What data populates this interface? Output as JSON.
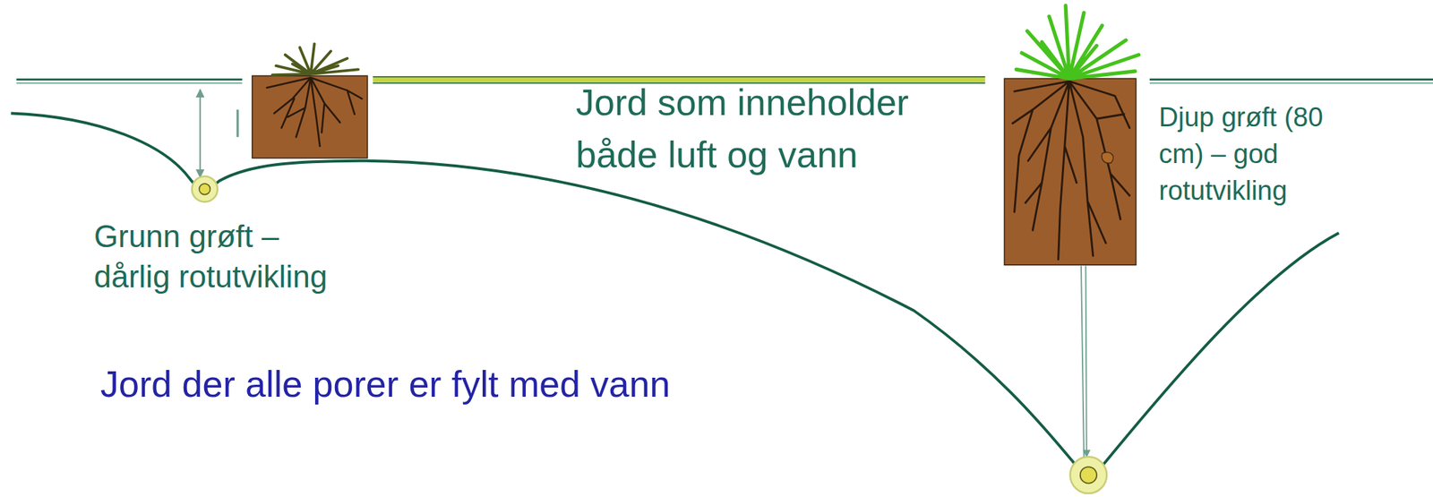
{
  "diagram": {
    "labels": [
      "Jord som inneholder både luft og vann",
      "Grunn grøft – dårlig rotutvikling",
      "Djup grøft (80 cm) – god rotutvikling",
      "Jord der alle porer er fylt med vann"
    ]
  }
}
